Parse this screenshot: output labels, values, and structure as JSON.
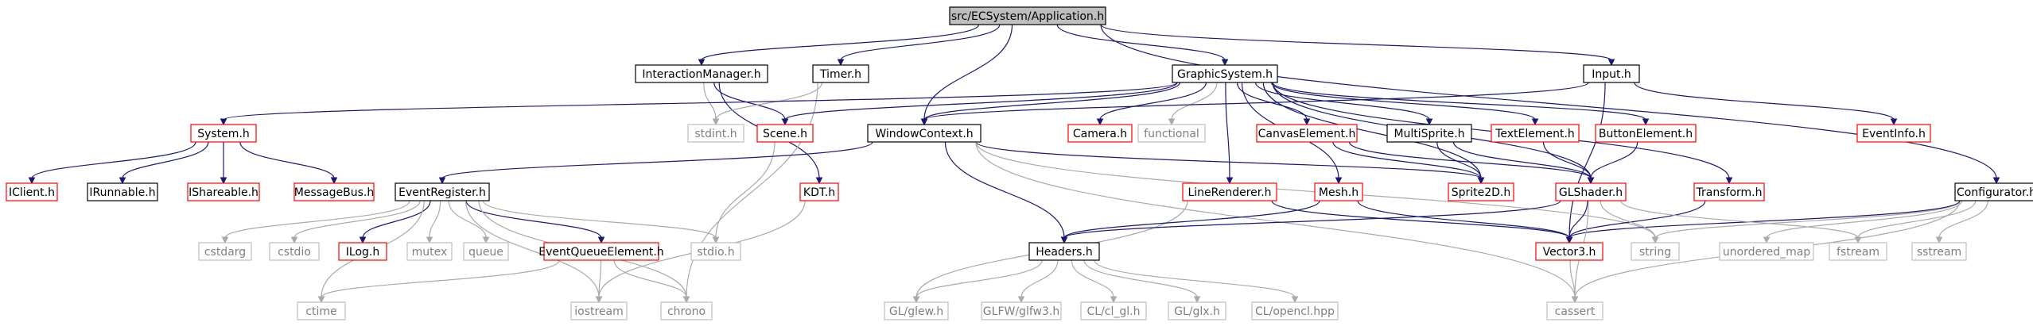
{
  "diagram": {
    "nodes": [
      {
        "id": "app",
        "label": "src/ECSystem/Application.h",
        "style": "root"
      },
      {
        "id": "interaction",
        "label": "InteractionManager.h",
        "style": "black"
      },
      {
        "id": "timer",
        "label": "Timer.h",
        "style": "black"
      },
      {
        "id": "graphic",
        "label": "GraphicSystem.h",
        "style": "black"
      },
      {
        "id": "input",
        "label": "Input.h",
        "style": "black"
      },
      {
        "id": "system",
        "label": "System.h",
        "style": "red"
      },
      {
        "id": "stdint",
        "label": "stdint.h",
        "style": "gray"
      },
      {
        "id": "scene",
        "label": "Scene.h",
        "style": "red"
      },
      {
        "id": "window",
        "label": "WindowContext.h",
        "style": "black"
      },
      {
        "id": "camera",
        "label": "Camera.h",
        "style": "red"
      },
      {
        "id": "functional",
        "label": "functional",
        "style": "gray"
      },
      {
        "id": "canvas",
        "label": "CanvasElement.h",
        "style": "red"
      },
      {
        "id": "multisprite",
        "label": "MultiSprite.h",
        "style": "black"
      },
      {
        "id": "textelement",
        "label": "TextElement.h",
        "style": "red"
      },
      {
        "id": "buttonelement",
        "label": "ButtonElement.h",
        "style": "red"
      },
      {
        "id": "eventinfo",
        "label": "EventInfo.h",
        "style": "red"
      },
      {
        "id": "configurator",
        "label": "Configurator.h",
        "style": "black"
      },
      {
        "id": "iclient",
        "label": "IClient.h",
        "style": "red"
      },
      {
        "id": "irunnable",
        "label": "IRunnable.h",
        "style": "black"
      },
      {
        "id": "ishareable",
        "label": "IShareable.h",
        "style": "red"
      },
      {
        "id": "messagebus",
        "label": "MessageBus.h",
        "style": "red"
      },
      {
        "id": "eventregister",
        "label": "EventRegister.h",
        "style": "black"
      },
      {
        "id": "kdt",
        "label": "KDT.h",
        "style": "red"
      },
      {
        "id": "linerenderer",
        "label": "LineRenderer.h",
        "style": "red"
      },
      {
        "id": "mesh",
        "label": "Mesh.h",
        "style": "red"
      },
      {
        "id": "sprite2d",
        "label": "Sprite2D.h",
        "style": "red"
      },
      {
        "id": "glshader",
        "label": "GLShader.h",
        "style": "red"
      },
      {
        "id": "transform",
        "label": "Transform.h",
        "style": "red"
      },
      {
        "id": "cstdarg",
        "label": "cstdarg",
        "style": "gray"
      },
      {
        "id": "cstdio",
        "label": "cstdio",
        "style": "gray"
      },
      {
        "id": "ilog",
        "label": "ILog.h",
        "style": "red"
      },
      {
        "id": "mutex",
        "label": "mutex",
        "style": "gray"
      },
      {
        "id": "queue",
        "label": "queue",
        "style": "gray"
      },
      {
        "id": "eventqueue",
        "label": "EventQueueElement.h",
        "style": "red"
      },
      {
        "id": "stdio",
        "label": "stdio.h",
        "style": "gray"
      },
      {
        "id": "headers",
        "label": "Headers.h",
        "style": "black"
      },
      {
        "id": "vector3",
        "label": "Vector3.h",
        "style": "red"
      },
      {
        "id": "string",
        "label": "string",
        "style": "gray"
      },
      {
        "id": "unordered",
        "label": "unordered_map",
        "style": "gray"
      },
      {
        "id": "fstream",
        "label": "fstream",
        "style": "gray"
      },
      {
        "id": "sstream",
        "label": "sstream",
        "style": "gray"
      },
      {
        "id": "ctime",
        "label": "ctime",
        "style": "gray"
      },
      {
        "id": "iostream",
        "label": "iostream",
        "style": "gray"
      },
      {
        "id": "chrono",
        "label": "chrono",
        "style": "gray"
      },
      {
        "id": "glew",
        "label": "GL/glew.h",
        "style": "gray"
      },
      {
        "id": "glfw",
        "label": "GLFW/glfw3.h",
        "style": "gray"
      },
      {
        "id": "clgl",
        "label": "CL/cl_gl.h",
        "style": "gray"
      },
      {
        "id": "glx",
        "label": "GL/glx.h",
        "style": "gray"
      },
      {
        "id": "opencl",
        "label": "CL/opencl.hpp",
        "style": "gray"
      },
      {
        "id": "cassert",
        "label": "cassert",
        "style": "gray"
      }
    ],
    "edges": [
      [
        "app",
        "interaction"
      ],
      [
        "app",
        "timer"
      ],
      [
        "app",
        "graphic"
      ],
      [
        "app",
        "input"
      ],
      [
        "app",
        "window"
      ],
      [
        "app",
        "configurator"
      ],
      [
        "interaction",
        "stdint"
      ],
      [
        "interaction",
        "scene"
      ],
      [
        "interaction",
        "kdt"
      ],
      [
        "timer",
        "stdint"
      ],
      [
        "timer",
        "chrono"
      ],
      [
        "graphic",
        "system"
      ],
      [
        "graphic",
        "scene"
      ],
      [
        "graphic",
        "window"
      ],
      [
        "graphic",
        "camera"
      ],
      [
        "graphic",
        "functional"
      ],
      [
        "graphic",
        "canvas"
      ],
      [
        "graphic",
        "multisprite"
      ],
      [
        "graphic",
        "textelement"
      ],
      [
        "graphic",
        "buttonelement"
      ],
      [
        "graphic",
        "linerenderer"
      ],
      [
        "graphic",
        "mesh"
      ],
      [
        "graphic",
        "glshader"
      ],
      [
        "graphic",
        "transform"
      ],
      [
        "graphic",
        "sprite2d"
      ],
      [
        "input",
        "window"
      ],
      [
        "input",
        "eventinfo"
      ],
      [
        "input",
        "vector3"
      ],
      [
        "system",
        "iclient"
      ],
      [
        "system",
        "irunnable"
      ],
      [
        "system",
        "ishareable"
      ],
      [
        "system",
        "messagebus"
      ],
      [
        "scene",
        "stdio"
      ],
      [
        "window",
        "eventregister"
      ],
      [
        "window",
        "headers"
      ],
      [
        "window",
        "sprite2d"
      ],
      [
        "window",
        "string"
      ],
      [
        "window",
        "cassert"
      ],
      [
        "canvas",
        "sprite2d"
      ],
      [
        "canvas",
        "glshader"
      ],
      [
        "multisprite",
        "sprite2d"
      ],
      [
        "multisprite",
        "glshader"
      ],
      [
        "textelement",
        "glshader"
      ],
      [
        "buttonelement",
        "glshader"
      ],
      [
        "transform",
        "vector3"
      ],
      [
        "configurator",
        "string"
      ],
      [
        "configurator",
        "unordered"
      ],
      [
        "configurator",
        "fstream"
      ],
      [
        "configurator",
        "sstream"
      ],
      [
        "configurator",
        "cassert"
      ],
      [
        "configurator",
        "vector3"
      ],
      [
        "eventregister",
        "cstdarg"
      ],
      [
        "eventregister",
        "cstdio"
      ],
      [
        "eventregister",
        "ilog"
      ],
      [
        "eventregister",
        "mutex"
      ],
      [
        "eventregister",
        "queue"
      ],
      [
        "eventregister",
        "eventqueue"
      ],
      [
        "eventregister",
        "stdio"
      ],
      [
        "eventregister",
        "ctime"
      ],
      [
        "eventregister",
        "iostream"
      ],
      [
        "eventregister",
        "chrono"
      ],
      [
        "kdt",
        "iostream"
      ],
      [
        "eventqueue",
        "ctime"
      ],
      [
        "eventqueue",
        "iostream"
      ],
      [
        "eventqueue",
        "chrono"
      ],
      [
        "linerenderer",
        "glew"
      ],
      [
        "linerenderer",
        "vector3"
      ],
      [
        "mesh",
        "headers"
      ],
      [
        "mesh",
        "vector3"
      ],
      [
        "glshader",
        "headers"
      ],
      [
        "glshader",
        "vector3"
      ],
      [
        "glshader",
        "cassert"
      ],
      [
        "glshader",
        "string"
      ],
      [
        "glshader",
        "fstream"
      ],
      [
        "headers",
        "glew"
      ],
      [
        "headers",
        "glfw"
      ],
      [
        "headers",
        "clgl"
      ],
      [
        "headers",
        "glx"
      ],
      [
        "headers",
        "opencl"
      ],
      [
        "vector3",
        "cassert"
      ]
    ]
  }
}
